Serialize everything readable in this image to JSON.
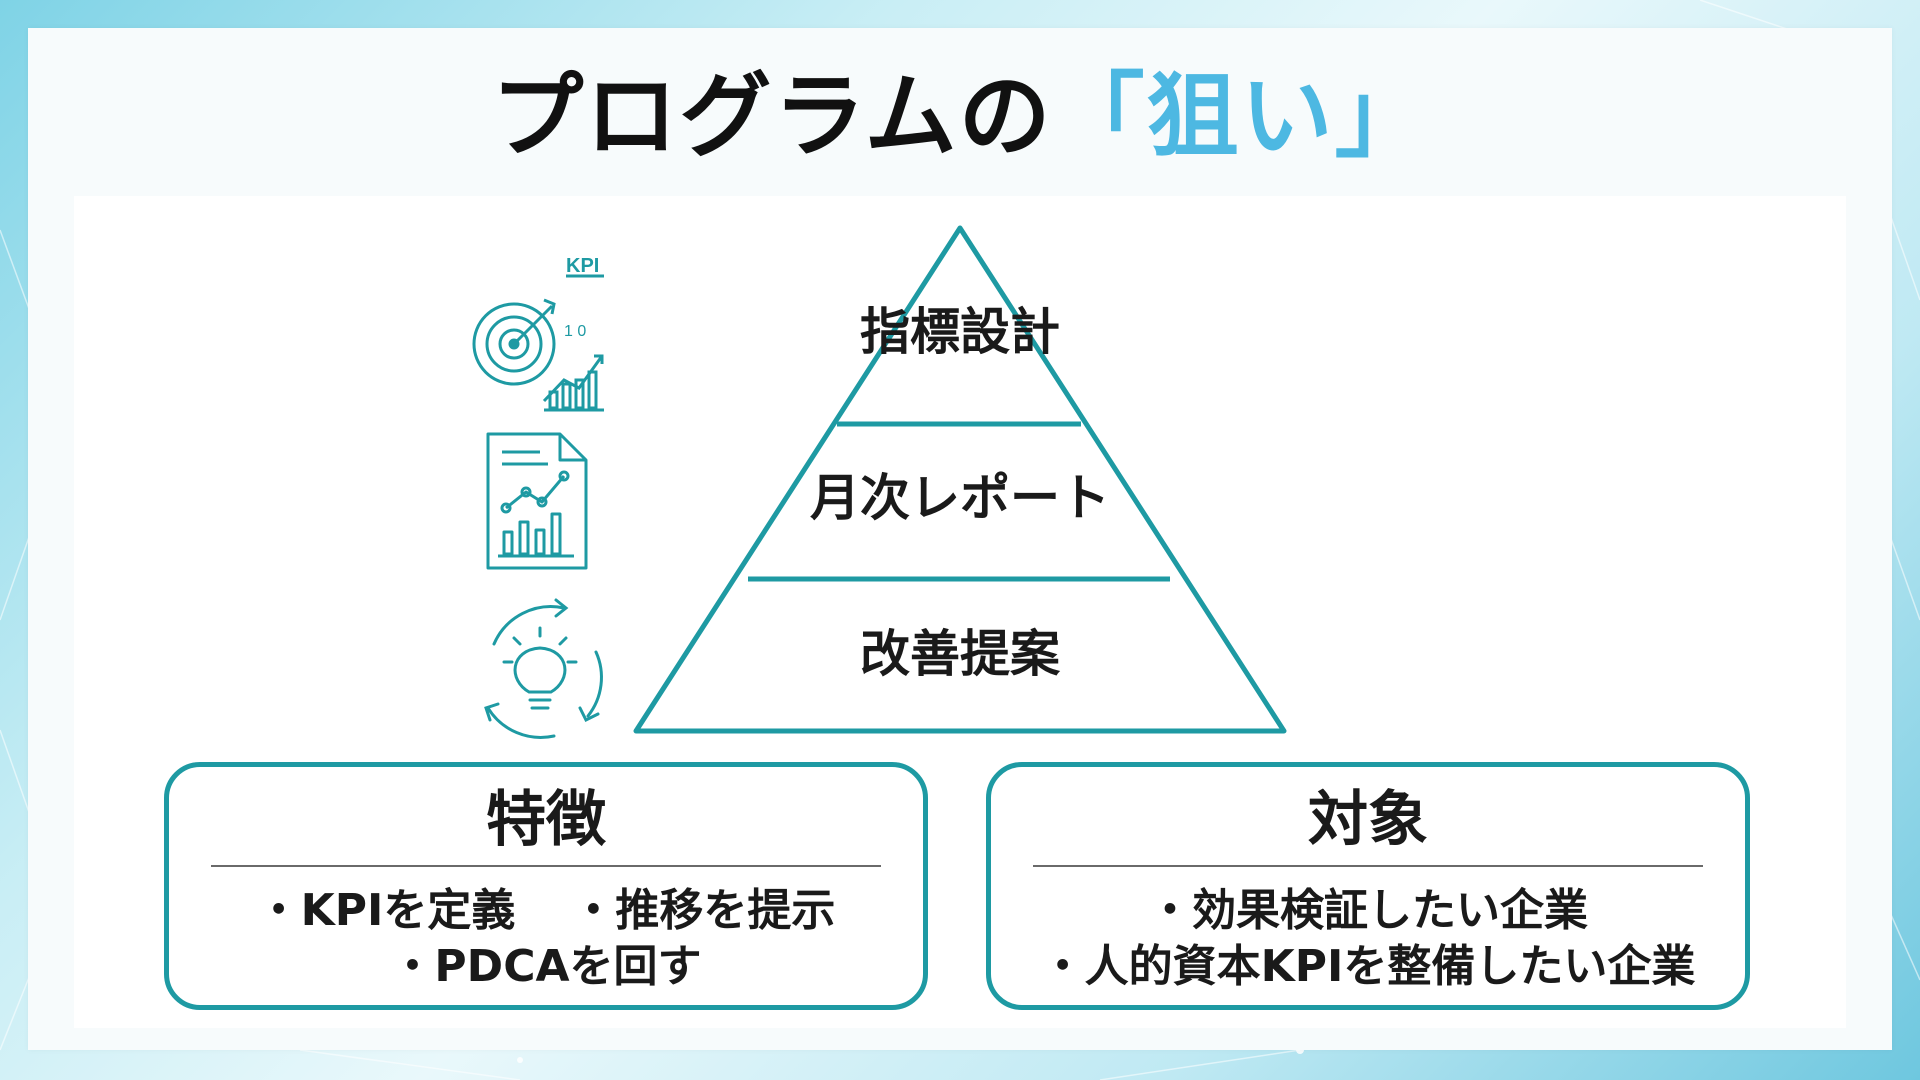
{
  "title": {
    "main": "プログラムの",
    "accent": "「狙い」"
  },
  "pyramid": {
    "levels": [
      {
        "label": "指標設計",
        "icon": "kpi-target-chart-icon"
      },
      {
        "label": "月次レポート",
        "icon": "report-document-chart-icon"
      },
      {
        "label": "改善提案",
        "icon": "lightbulb-cycle-icon"
      }
    ],
    "kpi_icon_text": "KPI"
  },
  "features": {
    "title": "特徴",
    "items": [
      "・KPIを定義",
      "・推移を提示",
      "・PDCAを回す"
    ]
  },
  "targets": {
    "title": "対象",
    "items": [
      "・効果検証したい企業",
      "・人的資本KPIを整備したい企業"
    ]
  },
  "colors": {
    "teal": "#1e9aa3",
    "accent": "#4db8e2",
    "text": "#1a1a1a"
  }
}
